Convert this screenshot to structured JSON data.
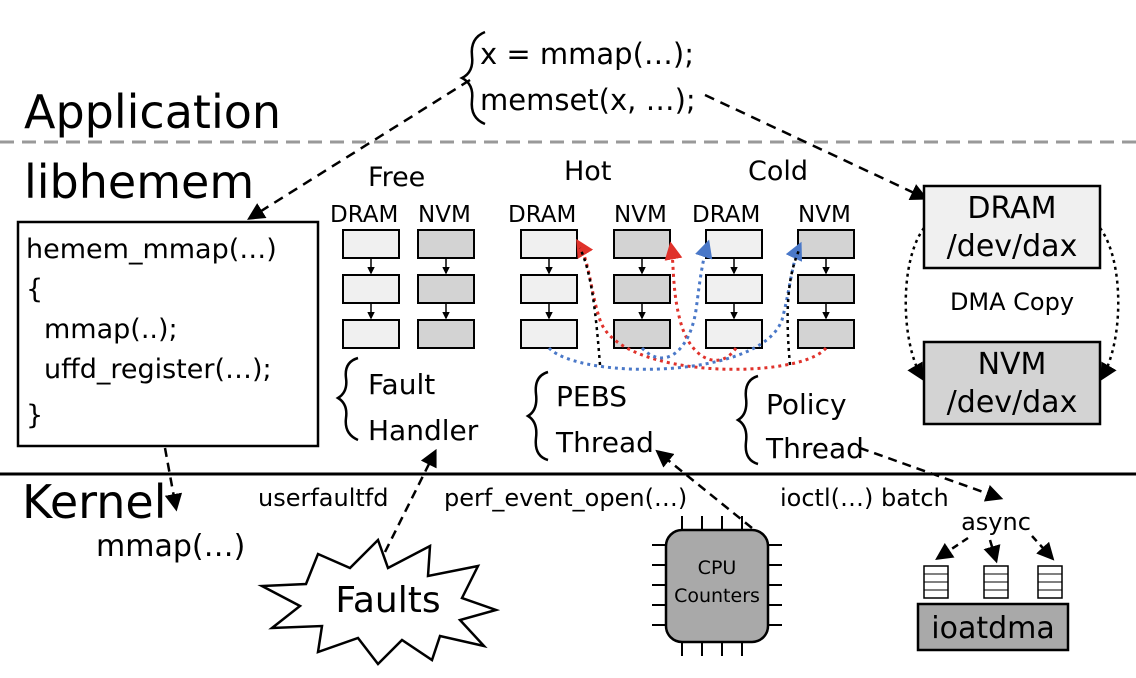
{
  "layers": {
    "application": "Application",
    "libhemem": "libhemem",
    "kernel": "Kernel"
  },
  "app_code": {
    "line1": "x = mmap(…);",
    "line2": "memset(x, …);"
  },
  "hemem_code": {
    "line1": "hemem_mmap(…)",
    "line2": "{",
    "line3": "mmap(..);",
    "line4": "uffd_register(…);",
    "line5": "}"
  },
  "lists": {
    "free": "Free",
    "hot": "Hot",
    "cold": "Cold",
    "dram": "DRAM",
    "nvm": "NVM"
  },
  "threads": {
    "fault_handler_1": "Fault",
    "fault_handler_2": "Handler",
    "pebs_1": "PEBS",
    "pebs_2": "Thread",
    "policy_1": "Policy",
    "policy_2": "Thread"
  },
  "devices": {
    "dram_1": "DRAM",
    "dram_2": "/dev/dax",
    "dma_copy": "DMA Copy",
    "nvm_1": "NVM",
    "nvm_2": "/dev/dax"
  },
  "kernel_labels": {
    "mmap": "mmap(…)",
    "userfaultfd": "userfaultfd",
    "perf": "perf_event_open(…)",
    "ioctl": "ioctl(…) batch",
    "async": "async",
    "faults": "Faults",
    "cpu_1": "CPU",
    "cpu_2": "Counters",
    "ioatdma": "ioatdma"
  },
  "colors": {
    "dram_box": "#f0f0f0",
    "nvm_box": "#d3d3d3",
    "cpu_fill": "#a9a9a9",
    "ioat_fill": "#a9a9a9",
    "red_dotted": "#e0322b",
    "blue_dotted": "#4a78c8",
    "divider": "#999999"
  }
}
